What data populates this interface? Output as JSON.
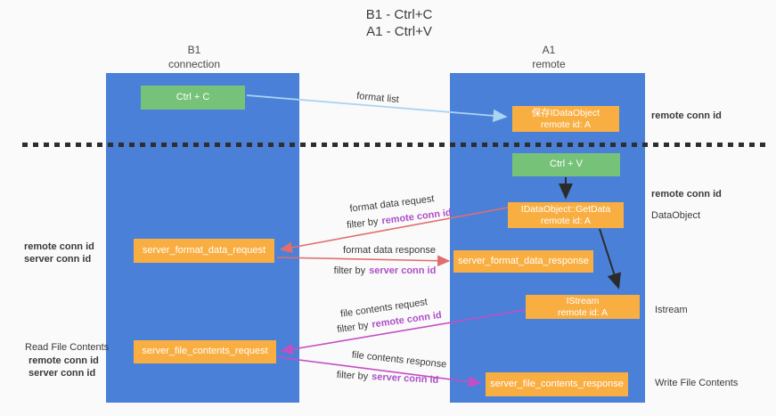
{
  "title": {
    "line1": "B1 - Ctrl+C",
    "line2": "A1 - Ctrl+V"
  },
  "lanes": {
    "left": {
      "title": "B1",
      "subtitle": "connection"
    },
    "right": {
      "title": "A1",
      "subtitle": "remote"
    }
  },
  "boxes": {
    "ctrl_c": "Ctrl + C",
    "ctrl_v": "Ctrl + V",
    "save_idataobject_line1": "保存IDataObject",
    "save_idataobject_line2": "remote id: A",
    "getdata_line1": "IDataObject::GetData",
    "getdata_line2": "remote id: A",
    "istream_line1": "IStream",
    "istream_line2": "remote id: A",
    "format_request": "server_format_data_request",
    "format_response": "server_format_data_response",
    "file_request": "server_file_contents_request",
    "file_response": "server_file_contents_response"
  },
  "flow_labels": {
    "format_list": "format list",
    "format_data_request": "format data request",
    "format_data_response": "format data response",
    "file_contents_request": "file contents request",
    "file_contents_response": "file contents response",
    "filter_by": "filter by",
    "remote_conn_id": "remote conn id",
    "server_conn_id": "server conn id"
  },
  "side_labels": {
    "remote_conn_id": "remote conn id",
    "server_conn_id": "server conn id",
    "dataobject": "DataObject",
    "istream": "Istream",
    "read_file_contents": "Read File Contents",
    "write_file_contents": "Write File Contents"
  },
  "colors": {
    "lane_blue": "#4a80d8",
    "box_orange": "#f9ae42",
    "box_green": "#77c279",
    "arrow_light_blue": "#a9d4f2",
    "arrow_black": "#2b2b2b",
    "arrow_salmon": "#e06e6e",
    "arrow_magenta": "#c44ec4",
    "label_purple": "#ae4fc8",
    "label_green": "#55be74"
  }
}
